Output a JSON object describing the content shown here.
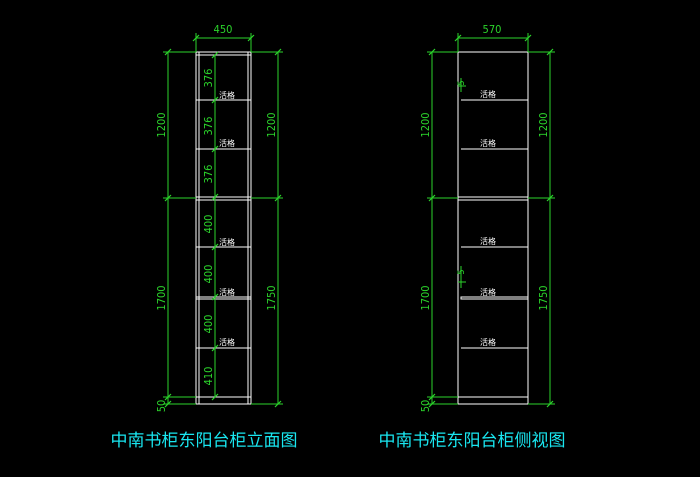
{
  "front_view": {
    "title": "中南书柜东阳台柜立面图",
    "width_dim": "450",
    "upper_left_dim": "1200",
    "upper_right_dim": "1200",
    "lower_left_dim": "1700",
    "lower_right_dim": "1750",
    "base_dim": "50",
    "shelf_label": "活格",
    "shelf_dims": [
      "376",
      "376",
      "376",
      "400",
      "400",
      "400",
      "410"
    ]
  },
  "side_view": {
    "title": "中南书柜东阳台柜侧视图",
    "width_dim": "570",
    "upper_left_dim": "1200",
    "upper_right_dim": "1200",
    "lower_left_dim": "1700",
    "lower_right_dim": "1750",
    "base_dim": "50",
    "shelf_label": "活格",
    "small_dims": [
      "5",
      "5"
    ]
  },
  "colors": {
    "background": "#000000",
    "linework": "#ffffff",
    "dimensions": "#2bd42b",
    "captions": "#19e6f0"
  }
}
